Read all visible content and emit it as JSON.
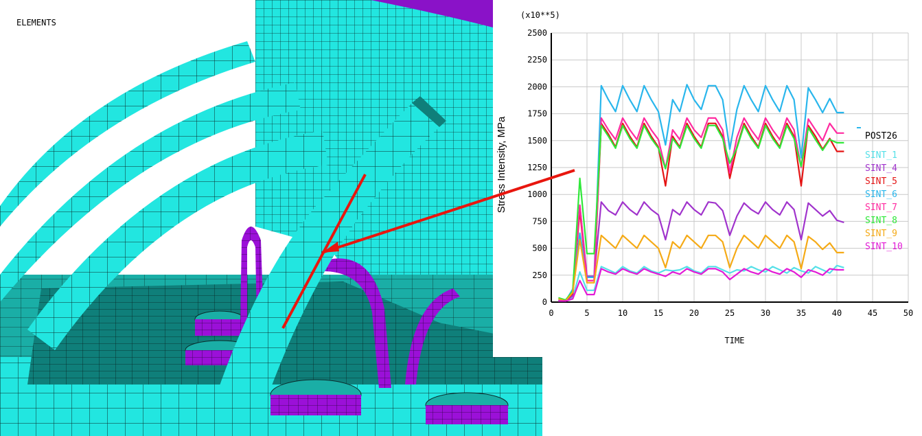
{
  "view_label": "ELEMENTS",
  "colors": {
    "mesh_fill": "#22e6e0",
    "mesh_line": "#0a2a2a",
    "accent_part": "#9b10d8",
    "pointer_line": "#e8160e"
  },
  "legend_header": "POST26",
  "chart_data": {
    "type": "line",
    "title": "",
    "xlabel": "TIME",
    "ylabel": "Stress Intensity, MPa",
    "y_multiplier": "(x10**5)",
    "xlim": [
      0,
      50
    ],
    "ylim": [
      0,
      2500
    ],
    "x_ticks": [
      "0",
      "5",
      "10",
      "15",
      "20",
      "25",
      "30",
      "35",
      "40",
      "45",
      "50"
    ],
    "y_ticks": [
      "0",
      "250",
      "500",
      "750",
      "1000",
      "1250",
      "1500",
      "1750",
      "2000",
      "2250",
      "2500"
    ],
    "grid": true,
    "legend_position": "right",
    "x": [
      1,
      2,
      3,
      4,
      5,
      6,
      7,
      8,
      9,
      10,
      11,
      12,
      13,
      14,
      15,
      16,
      17,
      18,
      19,
      20,
      21,
      22,
      23,
      24,
      25,
      26,
      27,
      28,
      29,
      30,
      31,
      32,
      33,
      34,
      35,
      36,
      37,
      38,
      39,
      40,
      41
    ],
    "series": [
      {
        "name": "SINT_1",
        "color": "#55e0e8",
        "values": [
          10,
          20,
          40,
          280,
          110,
          110,
          330,
          300,
          270,
          330,
          290,
          270,
          330,
          290,
          270,
          300,
          290,
          300,
          330,
          290,
          270,
          330,
          330,
          300,
          270,
          300,
          290,
          330,
          300,
          280,
          330,
          300,
          270,
          320,
          290,
          270,
          330,
          300,
          270,
          340,
          320
        ]
      },
      {
        "name": "SINT_4",
        "color": "#a033cc",
        "values": [
          20,
          10,
          60,
          900,
          240,
          240,
          930,
          850,
          810,
          930,
          860,
          810,
          930,
          860,
          810,
          580,
          860,
          810,
          930,
          860,
          810,
          930,
          920,
          850,
          620,
          800,
          920,
          860,
          820,
          930,
          860,
          810,
          930,
          860,
          580,
          920,
          860,
          800,
          850,
          760,
          740
        ]
      },
      {
        "name": "SINT_5",
        "color": "#e41414",
        "values": [
          10,
          10,
          80,
          850,
          200,
          200,
          1660,
          1560,
          1440,
          1660,
          1540,
          1440,
          1660,
          1540,
          1440,
          1080,
          1540,
          1440,
          1660,
          1540,
          1440,
          1660,
          1660,
          1540,
          1150,
          1440,
          1660,
          1540,
          1440,
          1660,
          1540,
          1440,
          1660,
          1540,
          1080,
          1640,
          1540,
          1420,
          1520,
          1400,
          1400
        ]
      },
      {
        "name": "SINT_6",
        "color": "#29b6ec",
        "values": [
          20,
          10,
          120,
          640,
          230,
          230,
          2010,
          1880,
          1770,
          2010,
          1880,
          1770,
          2010,
          1880,
          1770,
          1460,
          1880,
          1770,
          2020,
          1880,
          1790,
          2010,
          2010,
          1880,
          1420,
          1790,
          2010,
          1880,
          1770,
          2010,
          1880,
          1770,
          2010,
          1880,
          1340,
          1990,
          1880,
          1760,
          1890,
          1760,
          1760
        ]
      },
      {
        "name": "SINT_7",
        "color": "#ff2aa0",
        "values": [
          10,
          10,
          90,
          900,
          200,
          200,
          1710,
          1600,
          1510,
          1710,
          1600,
          1510,
          1710,
          1600,
          1510,
          1240,
          1600,
          1510,
          1710,
          1600,
          1530,
          1710,
          1710,
          1600,
          1200,
          1530,
          1710,
          1600,
          1510,
          1710,
          1600,
          1510,
          1710,
          1600,
          1250,
          1700,
          1600,
          1500,
          1660,
          1570,
          1570
        ]
      },
      {
        "name": "SINT_8",
        "color": "#30e83a",
        "values": [
          40,
          20,
          100,
          1150,
          450,
          450,
          1640,
          1540,
          1430,
          1640,
          1520,
          1430,
          1640,
          1520,
          1430,
          1240,
          1520,
          1430,
          1640,
          1520,
          1430,
          1640,
          1640,
          1520,
          1290,
          1430,
          1640,
          1520,
          1430,
          1640,
          1520,
          1430,
          1640,
          1520,
          1260,
          1620,
          1510,
          1410,
          1510,
          1480,
          1480
        ]
      },
      {
        "name": "SINT_9",
        "color": "#f5aa16",
        "values": [
          30,
          10,
          90,
          580,
          180,
          180,
          620,
          560,
          500,
          620,
          560,
          500,
          620,
          560,
          500,
          320,
          560,
          500,
          620,
          560,
          500,
          620,
          620,
          560,
          320,
          500,
          620,
          560,
          500,
          620,
          560,
          500,
          620,
          560,
          310,
          610,
          560,
          490,
          550,
          460,
          460
        ]
      },
      {
        "name": "SINT_10",
        "color": "#e21ad6",
        "values": [
          10,
          10,
          30,
          200,
          70,
          70,
          310,
          280,
          260,
          310,
          280,
          260,
          310,
          280,
          260,
          240,
          280,
          260,
          310,
          280,
          260,
          310,
          310,
          280,
          210,
          260,
          310,
          280,
          260,
          310,
          280,
          260,
          310,
          280,
          230,
          300,
          280,
          250,
          310,
          300,
          300
        ]
      }
    ]
  }
}
